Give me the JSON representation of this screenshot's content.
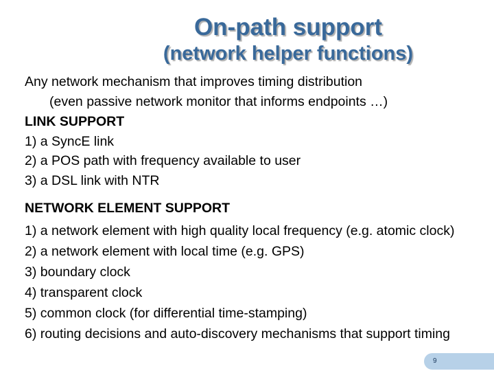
{
  "slide": {
    "title": "On-path support",
    "subtitle": "(network helper functions)",
    "intro": {
      "line1": "Any network mechanism that improves timing distribution",
      "line2": "(even passive network monitor that informs endpoints …)"
    },
    "link_support": {
      "heading": "LINK SUPPORT",
      "items": [
        "1) a SyncE link",
        "2) a POS path with frequency available to user",
        "3) a DSL link with NTR"
      ]
    },
    "network_element_support": {
      "heading": "NETWORK ELEMENT SUPPORT",
      "items": [
        "1) a network element with high quality local frequency (e.g. atomic clock)",
        "2) a network element with local time (e.g. GPS)",
        "3) boundary clock",
        "4) transparent clock",
        "5) common clock (for differential time-stamping)",
        "6) routing decisions and auto-discovery mechanisms that support timing"
      ]
    },
    "page_number": "9",
    "colors": {
      "title_blue": "#39699a",
      "title_shadow": "#b0b0b0",
      "body_text": "#000000",
      "tab_fill": "#b7d1e8",
      "tab_text": "#1c3a5e",
      "background": "#ffffff"
    }
  }
}
